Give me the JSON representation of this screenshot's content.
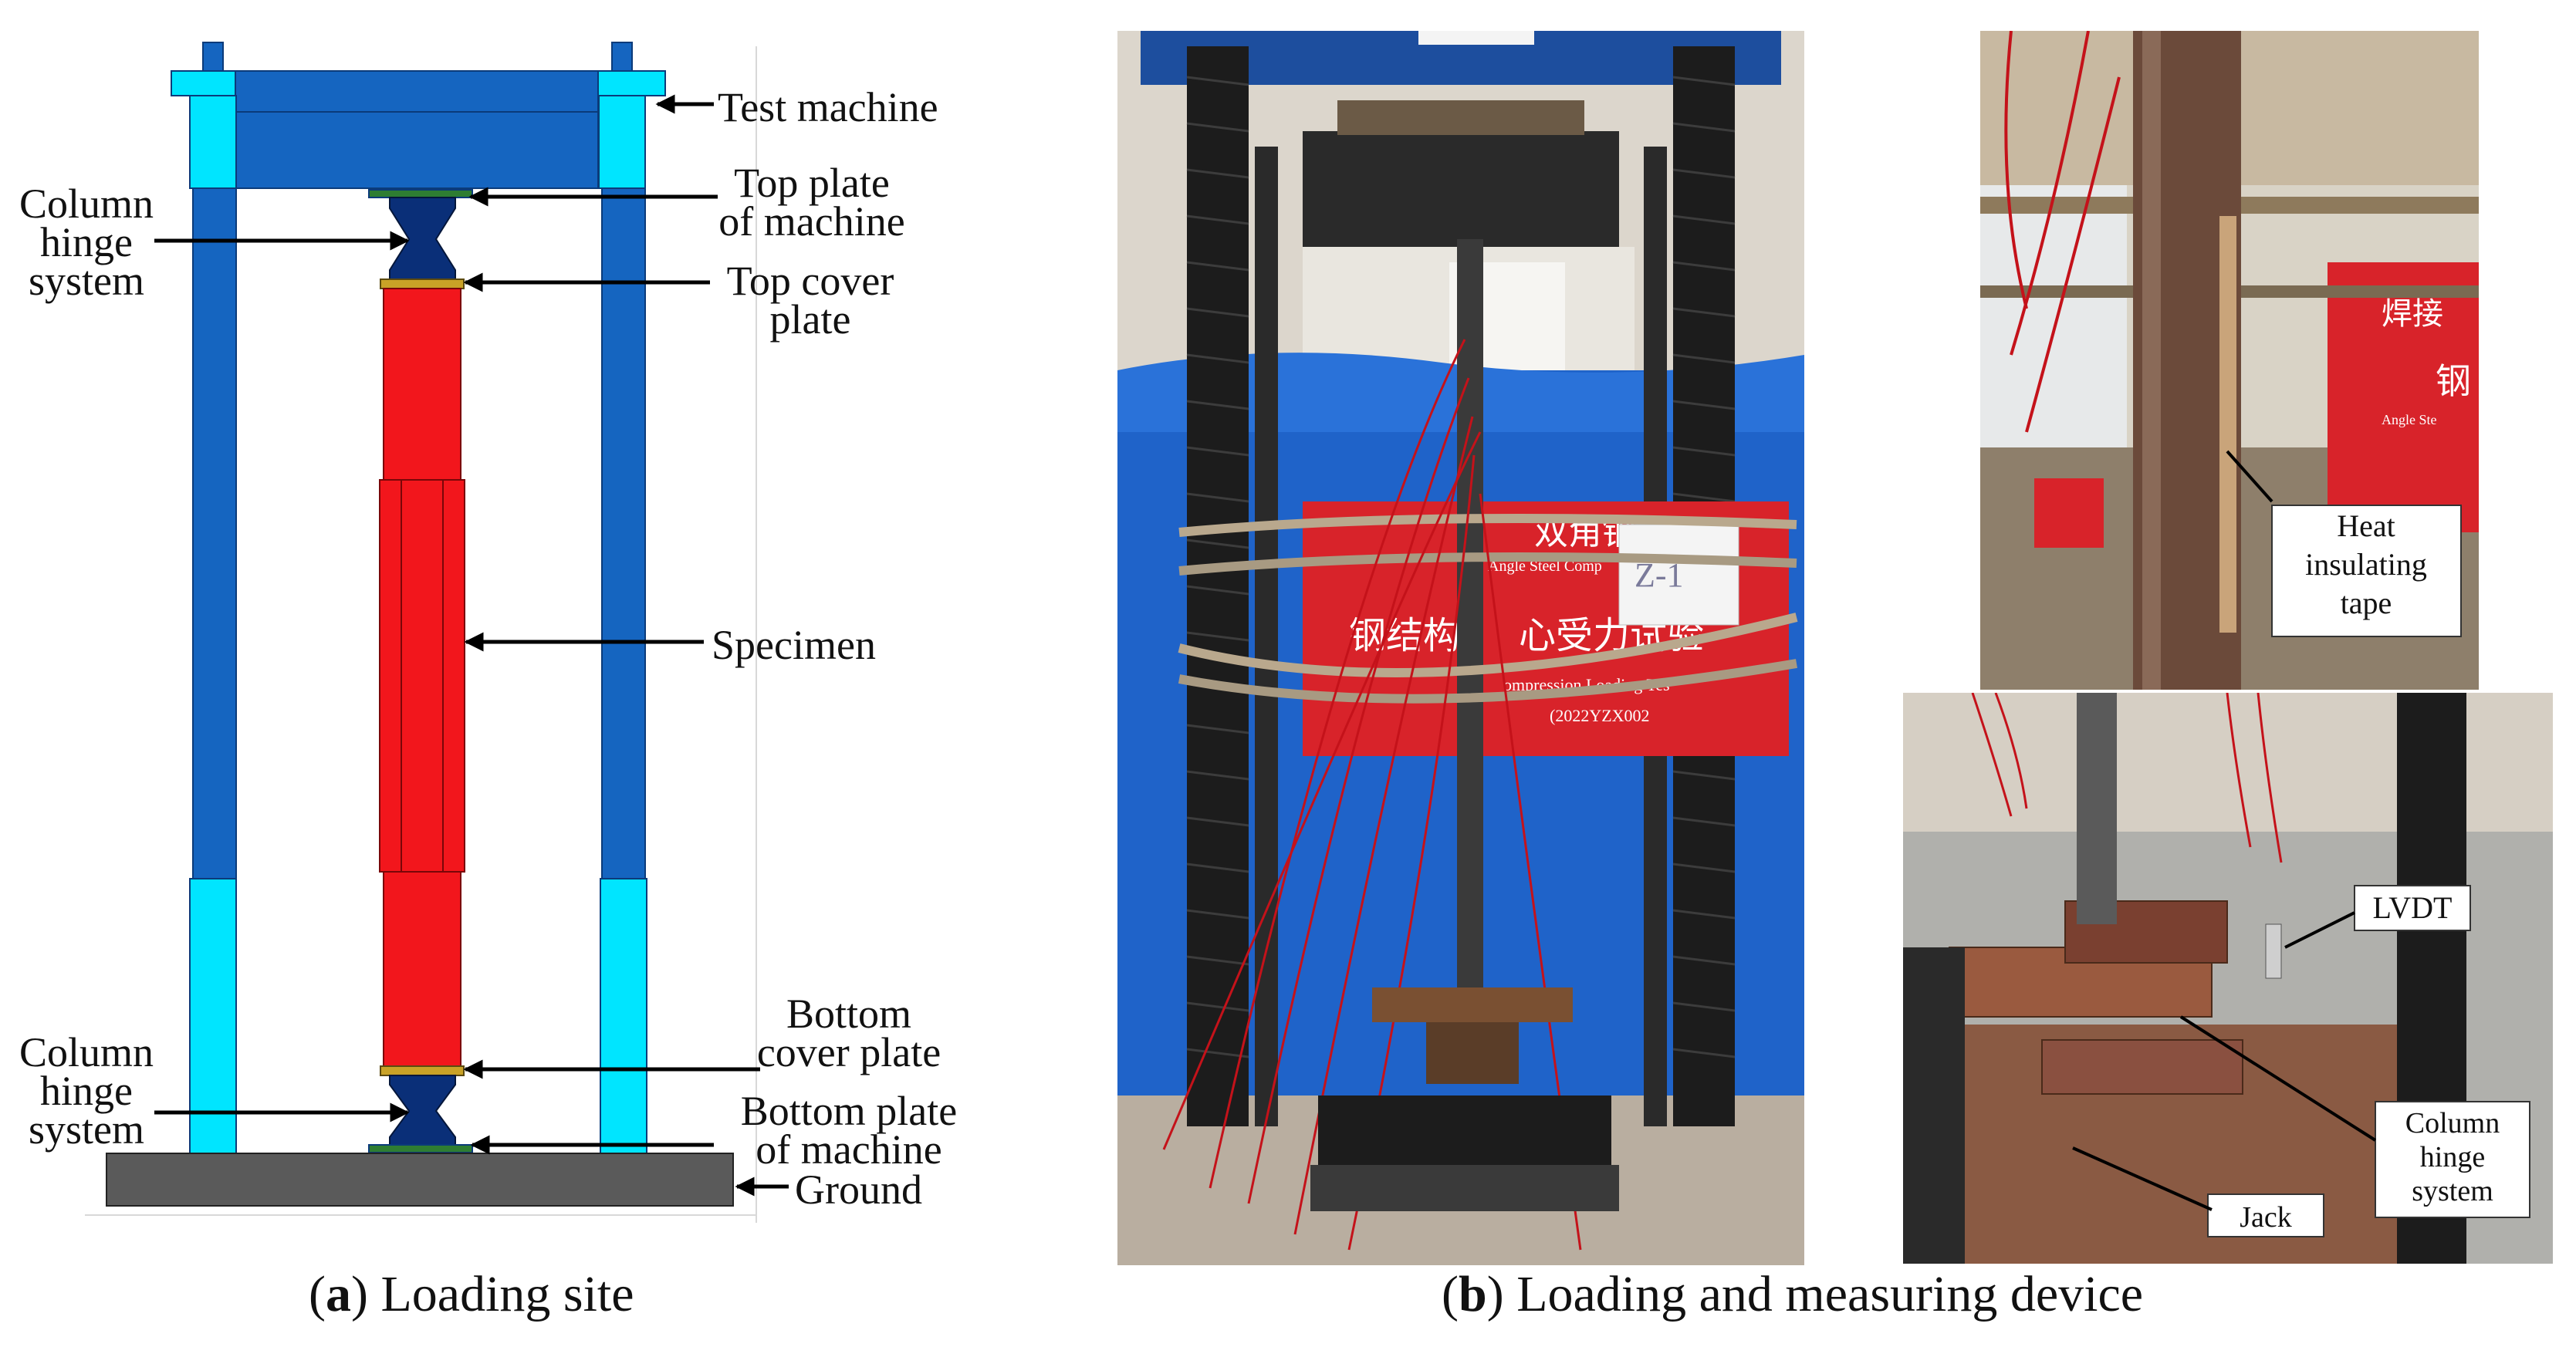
{
  "panel_a": {
    "labels": {
      "test_machine": "Test machine",
      "top_plate_l1": "Top plate",
      "top_plate_l2": "of machine",
      "col_hinge_top_l1": "Column",
      "col_hinge_top_l2": "hinge",
      "col_hinge_top_l3": "system",
      "top_cover_l1": "Top cover",
      "top_cover_l2": "plate",
      "specimen": "Specimen",
      "bottom_cover_l1": "Bottom",
      "bottom_cover_l2": "cover plate",
      "col_hinge_bot_l1": "Column",
      "col_hinge_bot_l2": "hinge",
      "col_hinge_bot_l3": "system",
      "bottom_plate_l1": "Bottom plate",
      "bottom_plate_l2": "of machine",
      "ground": "Ground"
    },
    "caption_letter": "a",
    "caption_text": "Loading site",
    "colors": {
      "frame_dark": "#1565c0",
      "frame_light": "#00e5ff",
      "specimen": "#f2161c",
      "ground": "#5a5a5a",
      "hinge": "#0a2f78",
      "plate": "#2e7d32"
    }
  },
  "panel_b": {
    "photo_main": {
      "sign_text_1": "双角钢",
      "sign_text_2": "钢结构",
      "sign_text_3": "心受力试验",
      "sign_text_4": "Angle Steel Comp",
      "sign_text_5": "ompression Loading Tes",
      "sign_text_6": "(2022YZX002",
      "tag_text": "Z-1"
    },
    "photo_top_right": {
      "sign_text_1": "焊接",
      "sign_text_2": "钢",
      "sign_text_3": "Angle Ste",
      "label_l1": "Heat",
      "label_l2": "insulating",
      "label_l3": "tape"
    },
    "photo_bottom_right": {
      "lvdt": "LVDT",
      "hinge_l1": "Column",
      "hinge_l2": "hinge",
      "hinge_l3": "system",
      "jack": "Jack"
    },
    "caption_letter": "b",
    "caption_text": "Loading and measuring device"
  }
}
